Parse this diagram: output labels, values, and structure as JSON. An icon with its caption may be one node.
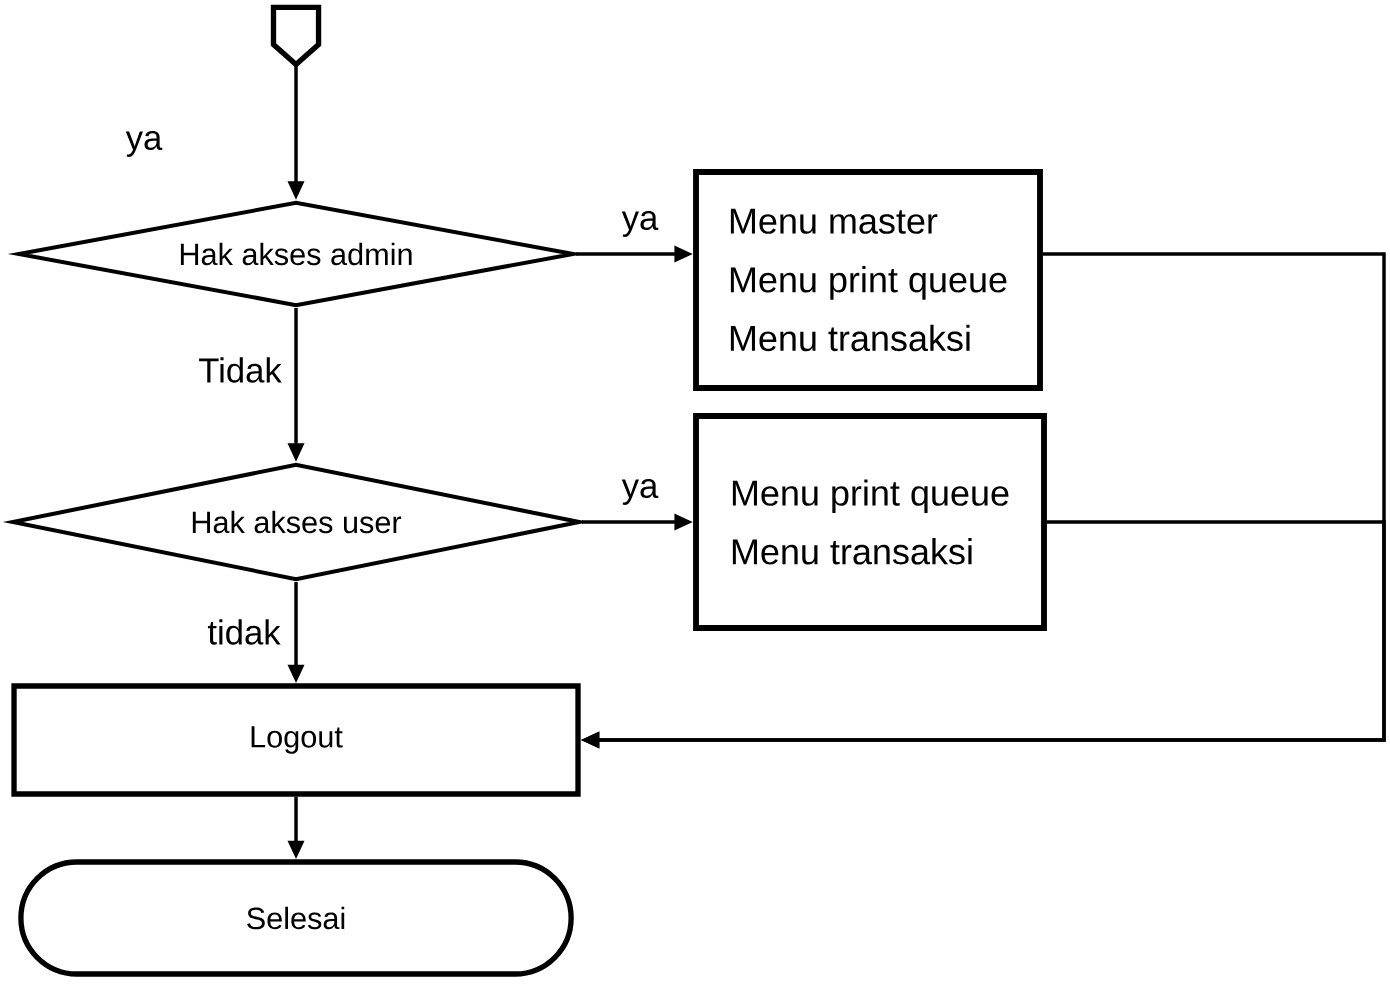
{
  "diagram": {
    "nodes": [
      {
        "text": [],
        "shape": "pentagon"
      },
      {
        "text": [
          "Hak akses admin"
        ]
      },
      {
        "text": [
          "Menu master",
          "Menu print queue",
          "Menu transaksi"
        ]
      },
      {
        "text": [
          "Hak akses user"
        ]
      },
      {
        "text": [
          "Menu print queue",
          "Menu transaksi"
        ]
      },
      {
        "text": [
          "Logout"
        ]
      },
      {
        "text": [
          "Selesai"
        ]
      }
    ],
    "edges": [
      {
        "from": 0,
        "to": 1,
        "arrow": "to"
      },
      {
        "from": 1,
        "to": 2,
        "arrow": "to",
        "label": "ya"
      },
      {
        "from": 1,
        "to": 3,
        "arrow": "to",
        "label": "Tidak"
      },
      {
        "from": 3,
        "to": 4,
        "arrow": "to",
        "label": "ya"
      },
      {
        "from": 3,
        "to": 5,
        "arrow": "to",
        "label": "tidak"
      },
      {
        "from": 2,
        "to": 5,
        "arrow": "to"
      },
      {
        "from": 4,
        "to": 5,
        "arrow": "to"
      },
      {
        "from": 5,
        "to": 6,
        "arrow": "to"
      }
    ],
    "labels": [
      "ya"
    ]
  }
}
